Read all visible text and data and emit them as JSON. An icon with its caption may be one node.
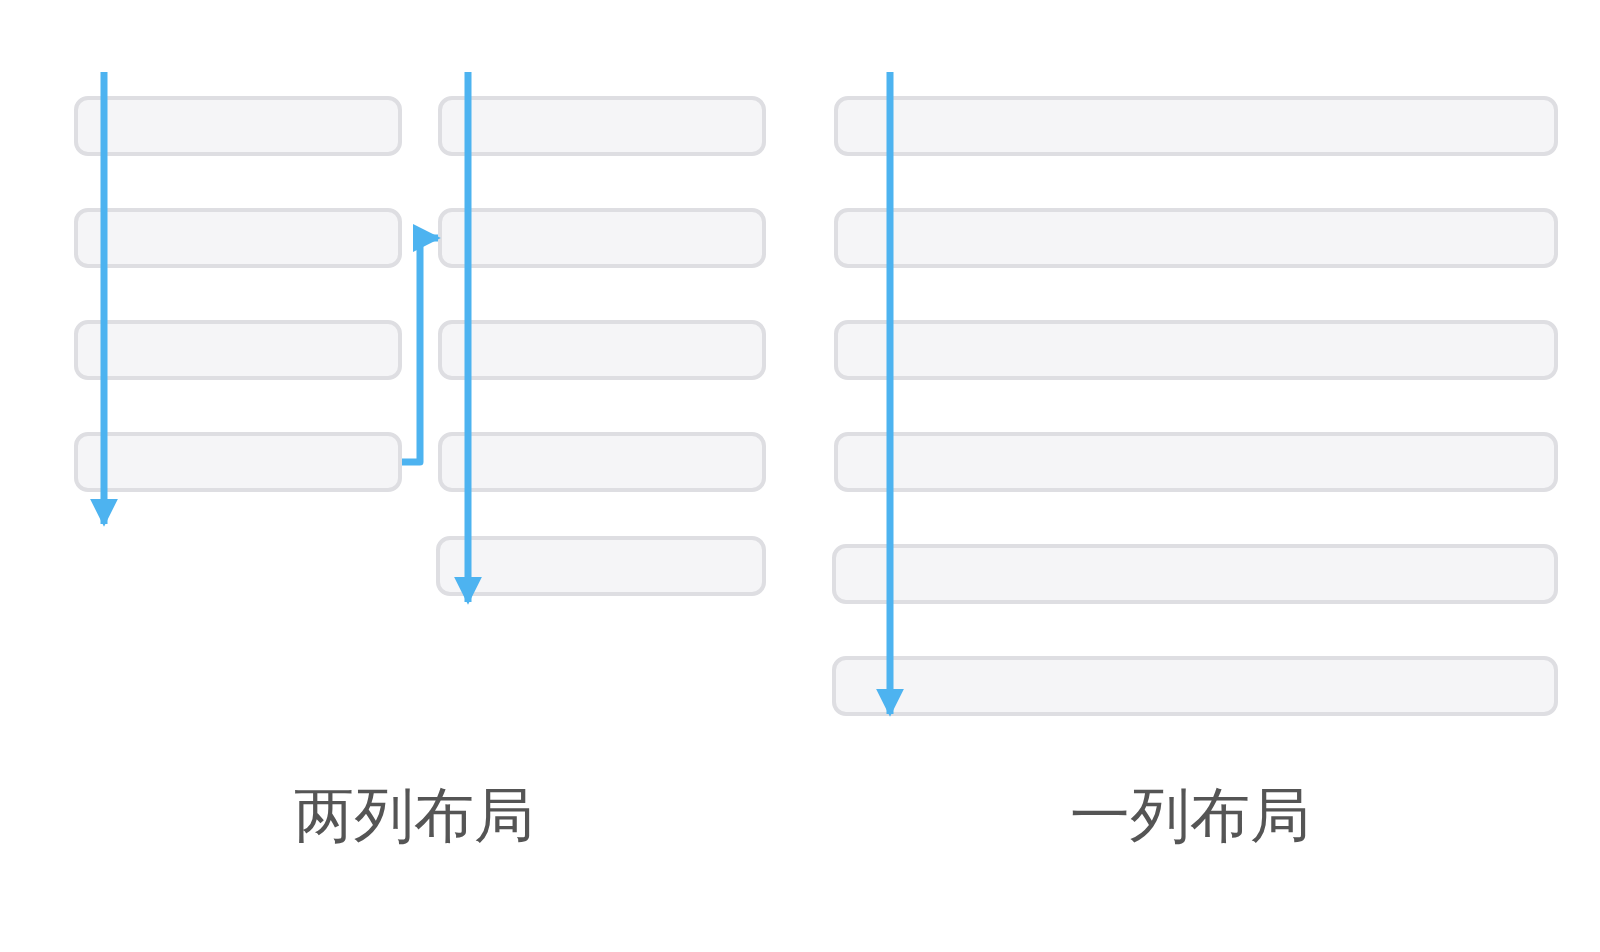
{
  "diagram": {
    "nodes": [
      {
        "text": [],
        "shape": "bar"
      },
      {
        "text": [],
        "shape": "bar"
      },
      {
        "text": [],
        "shape": "bar"
      },
      {
        "text": [],
        "shape": "bar"
      },
      {
        "text": [],
        "shape": "bar"
      },
      {
        "text": [],
        "shape": "bar"
      },
      {
        "text": [],
        "shape": "bar"
      },
      {
        "text": [],
        "shape": "bar"
      },
      {
        "text": [],
        "shape": "bar"
      },
      {
        "text": [],
        "shape": "bar"
      },
      {
        "text": [],
        "shape": "bar"
      },
      {
        "text": [],
        "shape": "bar"
      },
      {
        "text": [],
        "shape": "bar"
      },
      {
        "text": [],
        "shape": "bar"
      },
      {
        "text": [],
        "shape": "bar"
      }
    ],
    "edges": [
      {
        "from": 3,
        "to": 5,
        "arrow": "to"
      }
    ],
    "labels": [
      "两列布局",
      "一列布局"
    ]
  }
}
